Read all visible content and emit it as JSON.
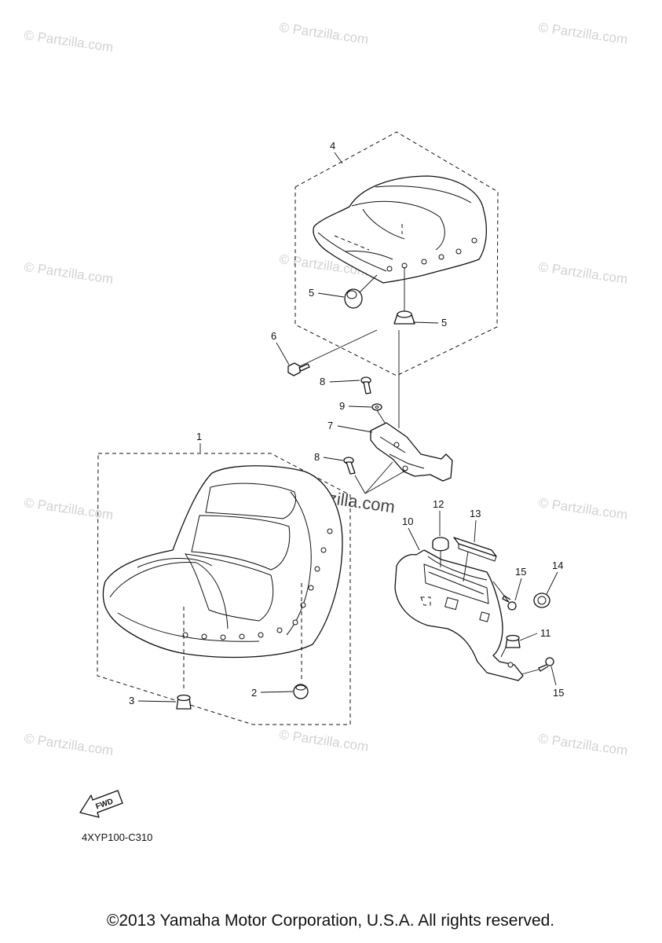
{
  "watermark": "© Partzilla.com",
  "center_watermark": "© Partzilla.com",
  "diagram_code": "4XYP100-C310",
  "fwd_label": "FWD",
  "copyright": "©2013 Yamaha Motor Corporation, U.S.A. All rights reserved.",
  "callouts": {
    "c1": "1",
    "c2": "2",
    "c3": "3",
    "c4": "4",
    "c5a": "5",
    "c5b": "5",
    "c6": "6",
    "c7": "7",
    "c8a": "8",
    "c8b": "8",
    "c9": "9",
    "c10": "10",
    "c11": "11",
    "c12": "12",
    "c13": "13",
    "c14": "14",
    "c15a": "15",
    "c15b": "15"
  }
}
